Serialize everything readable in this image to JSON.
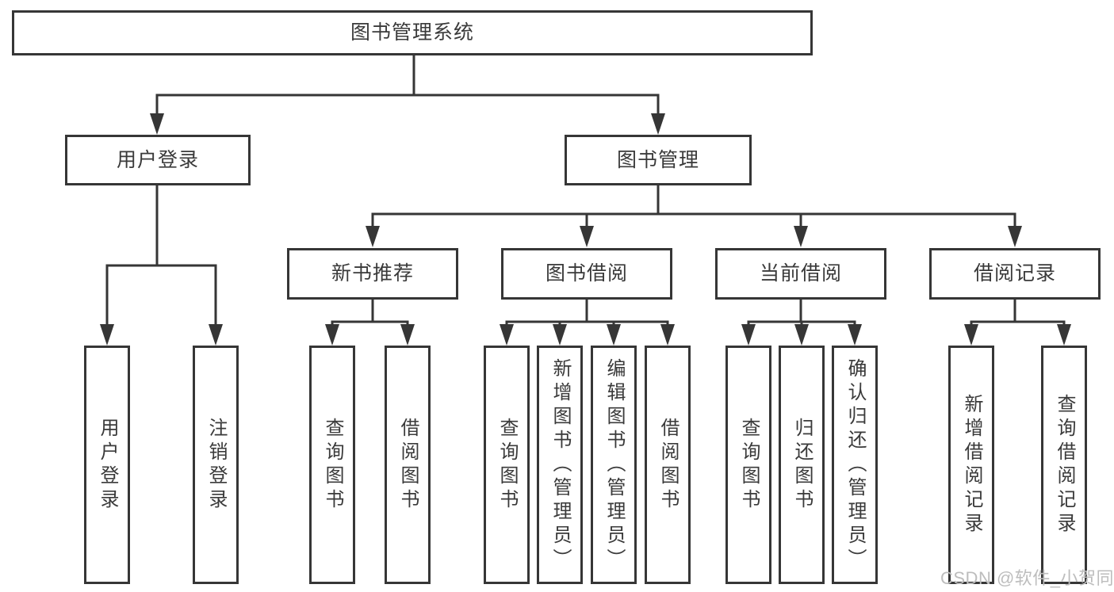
{
  "colors": {
    "line": "#363636",
    "text": "#3a3a3a",
    "box_background": "#ffffff",
    "background": "#ffffff",
    "watermark": "#bdbdbd"
  },
  "nodes": {
    "root": {
      "label": "图书管理系统"
    },
    "user_login": {
      "label": "用户登录"
    },
    "book_management": {
      "label": "图书管理"
    },
    "leaf_user_login": {
      "label": "用户登录"
    },
    "leaf_logout": {
      "label": "注销登录"
    },
    "new_book_recommend": {
      "label": "新书推荐"
    },
    "book_borrow": {
      "label": "图书借阅"
    },
    "current_borrow": {
      "label": "当前借阅"
    },
    "borrow_record": {
      "label": "借阅记录"
    },
    "nbr_query_book": {
      "label": "查询图书"
    },
    "nbr_borrow_book": {
      "label": "借阅图书"
    },
    "bb_query_book": {
      "label": "查询图书"
    },
    "bb_add_book": {
      "label": "新增图书（管理员）"
    },
    "bb_edit_book": {
      "label": "编辑图书（管理员）"
    },
    "bb_borrow_book": {
      "label": "借阅图书"
    },
    "cb_query_book": {
      "label": "查询图书"
    },
    "cb_return_book": {
      "label": "归还图书"
    },
    "cb_confirm_return": {
      "label": "确认归还（管理员）"
    },
    "br_add_record": {
      "label": "新增借阅记录"
    },
    "br_query_record": {
      "label": "查询借阅记录"
    }
  },
  "edges": [
    {
      "from": "root",
      "to": "user_login"
    },
    {
      "from": "root",
      "to": "book_management"
    },
    {
      "from": "user_login",
      "to": "leaf_user_login"
    },
    {
      "from": "user_login",
      "to": "leaf_logout"
    },
    {
      "from": "book_management",
      "to": "new_book_recommend"
    },
    {
      "from": "book_management",
      "to": "book_borrow"
    },
    {
      "from": "book_management",
      "to": "current_borrow"
    },
    {
      "from": "book_management",
      "to": "borrow_record"
    },
    {
      "from": "new_book_recommend",
      "to": "nbr_query_book"
    },
    {
      "from": "new_book_recommend",
      "to": "nbr_borrow_book"
    },
    {
      "from": "book_borrow",
      "to": "bb_query_book"
    },
    {
      "from": "book_borrow",
      "to": "bb_add_book"
    },
    {
      "from": "book_borrow",
      "to": "bb_edit_book"
    },
    {
      "from": "book_borrow",
      "to": "bb_borrow_book"
    },
    {
      "from": "current_borrow",
      "to": "cb_query_book"
    },
    {
      "from": "current_borrow",
      "to": "cb_return_book"
    },
    {
      "from": "current_borrow",
      "to": "cb_confirm_return"
    },
    {
      "from": "borrow_record",
      "to": "br_add_record"
    },
    {
      "from": "borrow_record",
      "to": "br_query_record"
    }
  ],
  "watermark": {
    "text": "CSDN @软件_小贺同学"
  }
}
